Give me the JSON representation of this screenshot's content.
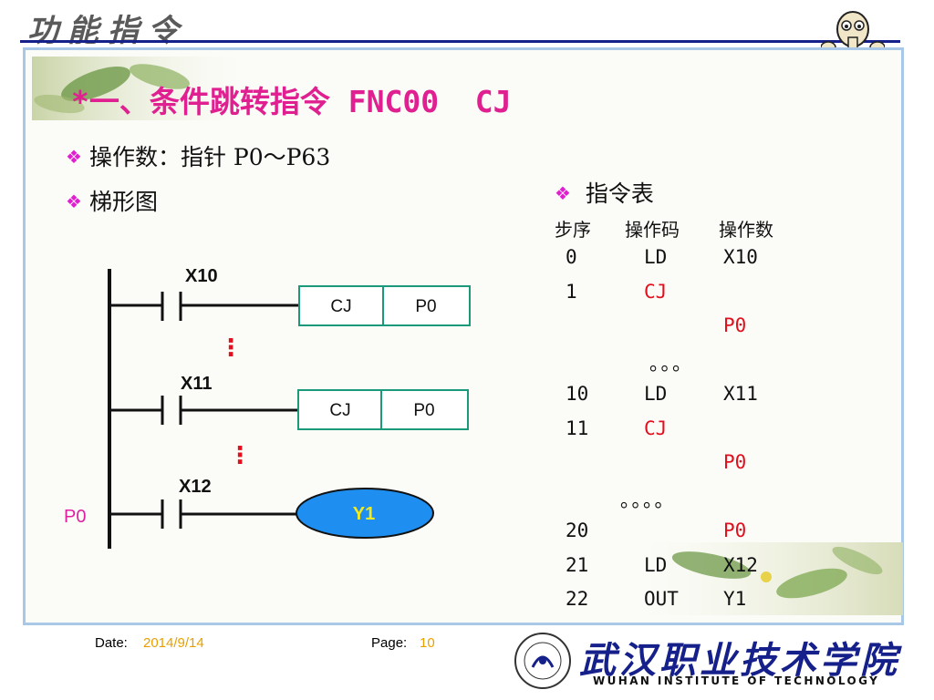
{
  "header": {
    "title": "功能指令"
  },
  "slide": {
    "title": "*一、条件跳转指令 FNC00  CJ",
    "bullets": {
      "operand": "操作数：指针 P0～P63",
      "ladder": "梯形图"
    }
  },
  "ladder": {
    "contacts": [
      "X10",
      "X11",
      "X12"
    ],
    "boxes": [
      {
        "op": "CJ",
        "arg": "P0"
      },
      {
        "op": "CJ",
        "arg": "P0"
      }
    ],
    "coil": "Y1",
    "pointer_label": "P0",
    "ellipsis": "⋮"
  },
  "instruction_table": {
    "heading": "指令表",
    "columns": [
      "步序",
      "操作码",
      "操作数"
    ],
    "rows": [
      {
        "step": "0",
        "op": "LD",
        "arg": "X10",
        "red": false
      },
      {
        "step": "1",
        "op": "CJ",
        "arg": "",
        "red": true
      },
      {
        "step": "",
        "op": "",
        "arg": "P0",
        "red": true
      },
      {
        "dots": "。。。"
      },
      {
        "step": "10",
        "op": "LD",
        "arg": "X11",
        "red": false
      },
      {
        "step": "11",
        "op": "CJ",
        "arg": "",
        "red": true
      },
      {
        "step": "",
        "op": "",
        "arg": "P0",
        "red": true
      },
      {
        "dots": "。。。。"
      },
      {
        "step": "20",
        "op": "",
        "arg": "P0",
        "red": true
      },
      {
        "step": "21",
        "op": "LD",
        "arg": "X12",
        "red": false
      },
      {
        "step": "22",
        "op": "OUT",
        "arg": "Y1",
        "red": false
      }
    ]
  },
  "footer": {
    "date_label": "Date:",
    "date": "2014/9/14",
    "page_label": "Page:",
    "page": "10"
  },
  "logo": {
    "name_cn": "武汉职业技术学院",
    "name_en": "WUHAN INSTITUTE OF TECHNOLOGY"
  },
  "colors": {
    "title": "#e02090",
    "accent_red": "#e0101e",
    "box_border": "#1a9a7a",
    "coil_fill": "#1e8ff0",
    "coil_text": "#f2ea20",
    "frame": "#a9c8e8",
    "header_rule": "#16208a"
  }
}
